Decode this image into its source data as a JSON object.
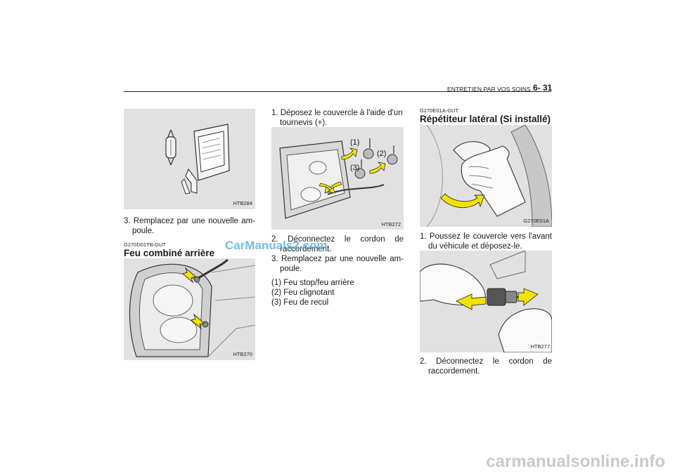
{
  "header": {
    "section": "ENTRETIEN PAR VOS SOINS",
    "page": "6- 31"
  },
  "left": {
    "fig1_code": "HTB284",
    "step3": "3. Remplacez par une nouvelle am- poule.",
    "section_code": "G270D01TB-GUT",
    "section_title": "Feu combiné arrière",
    "fig2_code": "HTB270"
  },
  "middle": {
    "step1": "1. Déposez le couvercle à l'aide d'un tournevis (+).",
    "fig_code": "HTB272",
    "fig_label_1": "(1)",
    "fig_label_2": "(2)",
    "fig_label_3": "(3)",
    "step2": "2. Déconnectez le cordon de raccordement.",
    "step3": "3. Remplacez par une nouvelle am- poule.",
    "legend": [
      "(1) Feu stop/feu arrière",
      "(2) Feu clignotant",
      "(3) Feu de recul"
    ]
  },
  "right": {
    "section_code": "G270E01A-GUT",
    "section_title": "Répétiteur latéral (Si installé)",
    "fig1_code": "G270E01A",
    "step1": "1. Poussez le couvercle vers l'avant du véhicule et déposez-le.",
    "fig2_code": "HTB277",
    "step2": "2. Déconnectez le cordon de raccordement."
  },
  "watermarks": {
    "overlay": "CarManuals2.com",
    "footer": "carmanualsonline.info"
  },
  "colors": {
    "figure_bg": "#e1e1e1",
    "arrow_yellow": "#f2e200",
    "watermark_blue": "#4aa8d8"
  }
}
